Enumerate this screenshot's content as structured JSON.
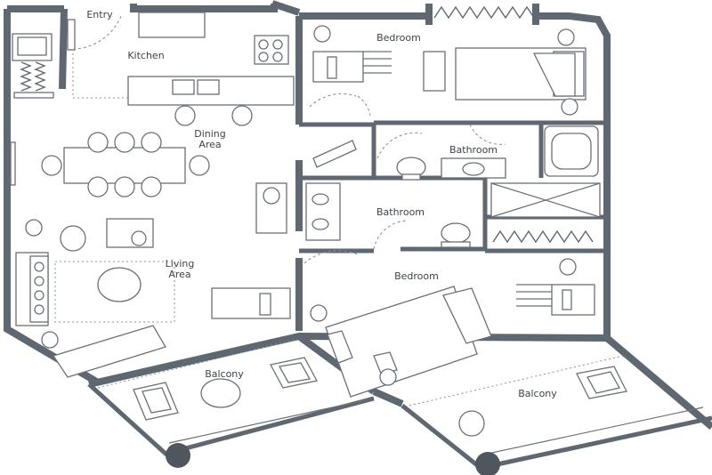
{
  "labels": {
    "entry": "Entry",
    "kitchen": "Kitchen",
    "bedroom_top": "Bedroom",
    "dining_line1": "Dining",
    "dining_line2": "Area",
    "bathroom_top": "Bathroom",
    "bathroom_mid": "Bathroom",
    "living_line1": "Living",
    "living_line2": "Area",
    "bedroom_bottom": "Bedroom",
    "balcony_left": "Balcony",
    "balcony_right": "Balcony"
  },
  "colors": {
    "wall": "#5f6770",
    "fixture_stroke": "#6a7079",
    "text": "#3d434a"
  }
}
